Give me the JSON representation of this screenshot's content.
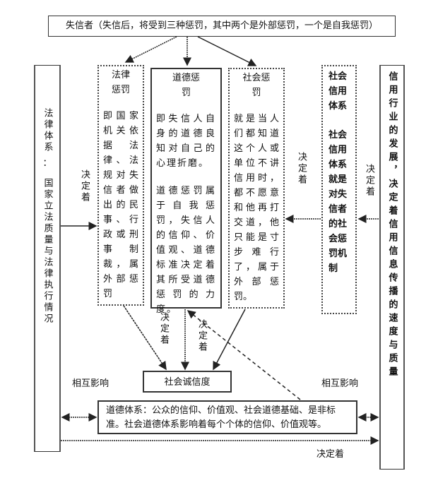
{
  "top": "失信者（失信后，将受到三种惩罚，其中两个是外部惩罚，一个是自我惩罚）",
  "legal_system": {
    "title": "法律体系",
    "colon": "：",
    "body": "国家立法质量与法律执行情况"
  },
  "legal_punishment": {
    "title": "法律惩罚",
    "body": "即国家机关依据法律、法规对失信者做出的民事、行政或刑事制裁，属外部惩罚"
  },
  "moral_punishment": {
    "title": "道德惩罚",
    "body1": "即失信人自身的道德良知对自己的心理折磨。",
    "body2": "道德惩罚属于自我惩罚，失信人的信仰、价值观、道德标准决定着其所受道德惩罚的力度。"
  },
  "social_punishment": {
    "title": "社会惩罚",
    "body": "就是当人们都知道这个人或单位不讲信用时，都不愿意和他再打交道，他只能是寸步难行了，属于外部惩罚。"
  },
  "social_credit_system": {
    "title": "社会信用体系",
    "body": "社会信用体系就是对失信者的社会惩罚机制"
  },
  "credit_industry": "信用行业的发展，决定着信用信息传播的速度与质量",
  "social_integrity": "社会诚信度",
  "moral_system": "道德体系：公众的信仰、价值观、社会道德基础、是非标准。社会道德体系影响着每个个体的信仰、价值观等。",
  "labels": {
    "determines": "决定着",
    "mutual_influence": "相互影响"
  }
}
